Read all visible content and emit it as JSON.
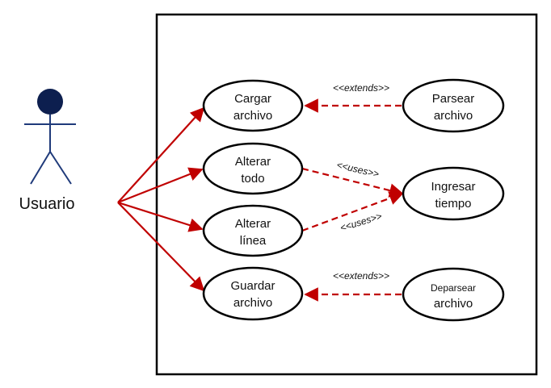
{
  "actor": {
    "label": "Usuario"
  },
  "use_cases": {
    "cargar": {
      "line1": "Cargar",
      "line2": "archivo"
    },
    "alterar_todo": {
      "line1": "Alterar",
      "line2": "todo"
    },
    "alterar_linea": {
      "line1": "Alterar",
      "line2": "línea"
    },
    "guardar": {
      "line1": "Guardar",
      "line2": "archivo"
    },
    "parsear": {
      "line1": "Parsear",
      "line2": "archivo"
    },
    "ingresar": {
      "line1": "Ingresar",
      "line2": "tiempo"
    },
    "deparsear": {
      "line1": "Deparsear",
      "line2": "archivo"
    }
  },
  "relations": {
    "extends_top": "<<extends>>",
    "uses_top": "<<uses>>",
    "uses_bottom": "<<uses>>",
    "extends_bottom": "<<extends>>"
  },
  "colors": {
    "association": "#c00000",
    "actor_head": "#0d1f4f",
    "actor_body": "#1f3a7a",
    "ellipse_stroke": "#000000",
    "boundary_stroke": "#000000"
  }
}
